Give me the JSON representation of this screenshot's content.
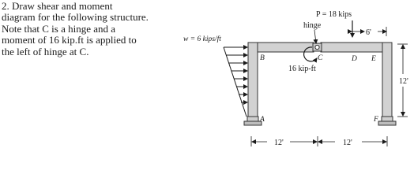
{
  "problem": {
    "number": "2.",
    "lines": [
      "Draw shear and moment",
      "diagram for the following structure.",
      "Note that C is a hinge and a",
      "moment of 16 kip.ft is applied to",
      "the left of hinge at C."
    ]
  },
  "figure": {
    "load_point": "P = 18 kips",
    "load_distributed": "w = 6 kips/ft",
    "hinge_label": "hinge",
    "moment_label": "16 kip-ft",
    "node_labels": {
      "A": "A",
      "B": "B",
      "C": "C",
      "D": "D",
      "E": "E",
      "F": "F"
    },
    "dim_span_left": "12'",
    "dim_span_right": "12'",
    "dim_height": "12'",
    "dim_load_offset": "6'"
  }
}
